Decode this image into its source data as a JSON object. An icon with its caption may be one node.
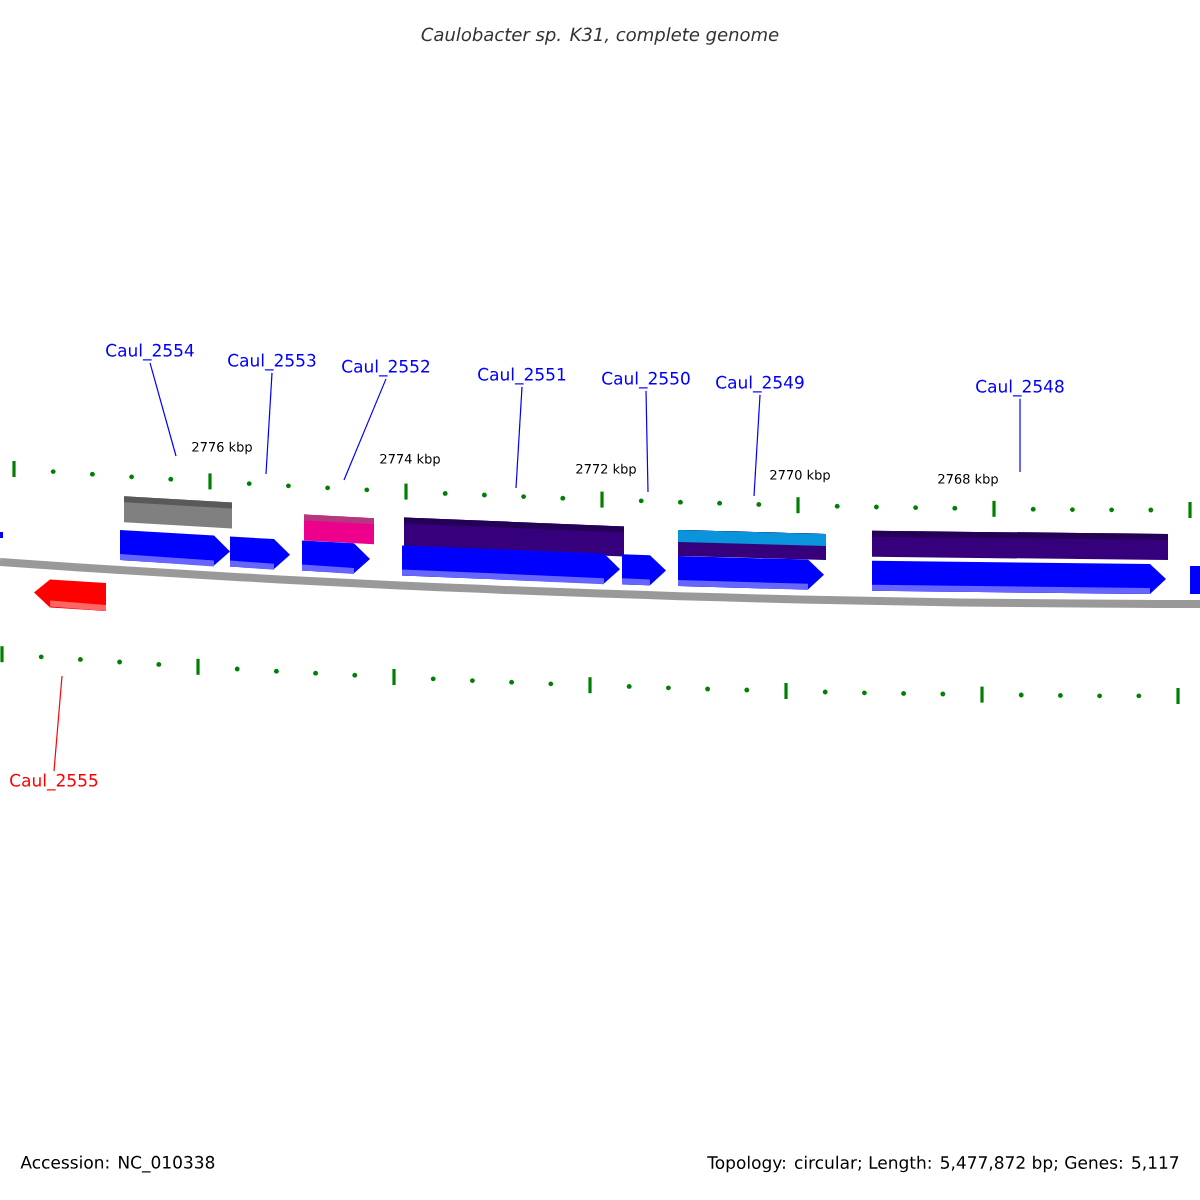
{
  "diagram": {
    "title": "Caulobacter sp. K31, complete genome",
    "nodes": [
      {
        "text": [
          "Caul_2554"
        ]
      },
      {
        "text": [
          "Caul_2553"
        ]
      },
      {
        "text": [
          "Caul_2552"
        ]
      },
      {
        "text": [
          "Caul_2551"
        ]
      },
      {
        "text": [
          "Caul_2550"
        ]
      },
      {
        "text": [
          "Caul_2549"
        ]
      },
      {
        "text": [
          "Caul_2548"
        ]
      },
      {
        "text": [
          "Caul_2555"
        ]
      }
    ],
    "edges": [
      {
        "from": 0,
        "to": null,
        "arrow": "none"
      },
      {
        "from": 1,
        "to": null,
        "arrow": "none"
      },
      {
        "from": 2,
        "to": null,
        "arrow": "none"
      },
      {
        "from": 3,
        "to": null,
        "arrow": "none"
      },
      {
        "from": 4,
        "to": null,
        "arrow": "none"
      },
      {
        "from": 5,
        "to": null,
        "arrow": "none"
      },
      {
        "from": 6,
        "to": null,
        "arrow": "none"
      },
      {
        "from": 7,
        "to": null,
        "arrow": "none",
        "color": "#ff0000"
      }
    ],
    "labels": [
      "2776 kbp",
      "2774 kbp",
      "2772 kbp",
      "2770 kbp",
      "2768 kbp",
      "Accession: NC_010338",
      "Topology: circular; Length: 5,477,872 bp; Genes: 5,117"
    ]
  }
}
